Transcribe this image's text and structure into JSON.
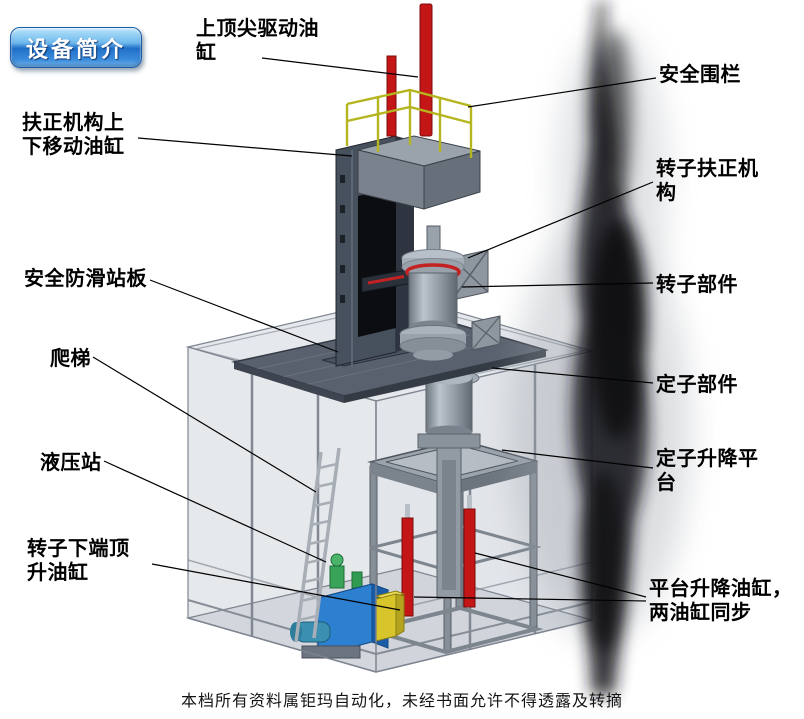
{
  "page": {
    "badge_label": "设备简介",
    "footer": "本档所有资料属钜玛自动化，未经书面允许不得透露及转摘"
  },
  "callouts": [
    {
      "id": "top-drive-cylinder",
      "text": "上顶尖驱动油缸"
    },
    {
      "id": "safety-fence",
      "text": "安全围栏"
    },
    {
      "id": "centering-lift-cylinder",
      "text": "扶正机构上下移动油缸"
    },
    {
      "id": "rotor-centering",
      "text": "转子扶正机构"
    },
    {
      "id": "antislip-board",
      "text": "安全防滑站板"
    },
    {
      "id": "rotor-part",
      "text": "转子部件"
    },
    {
      "id": "ladder",
      "text": "爬梯"
    },
    {
      "id": "stator-part",
      "text": "定子部件"
    },
    {
      "id": "hydraulic-station",
      "text": "液压站"
    },
    {
      "id": "stator-lift-platform",
      "text": "定子升降平台"
    },
    {
      "id": "rotor-bottom-jack",
      "text": "转子下端顶升油缸"
    },
    {
      "id": "platform-lift-cylinders",
      "text": "平台升降油缸，两油缸同步"
    }
  ],
  "colors": {
    "cylinder_red": "#c41616",
    "railing_yellow": "#b5b520",
    "hydraulic_blue": "#2d7fd0",
    "hydraulic_yellow": "#d8c52c",
    "badge_blue": "#1f6fc8",
    "plate_gray": "#59616e"
  }
}
